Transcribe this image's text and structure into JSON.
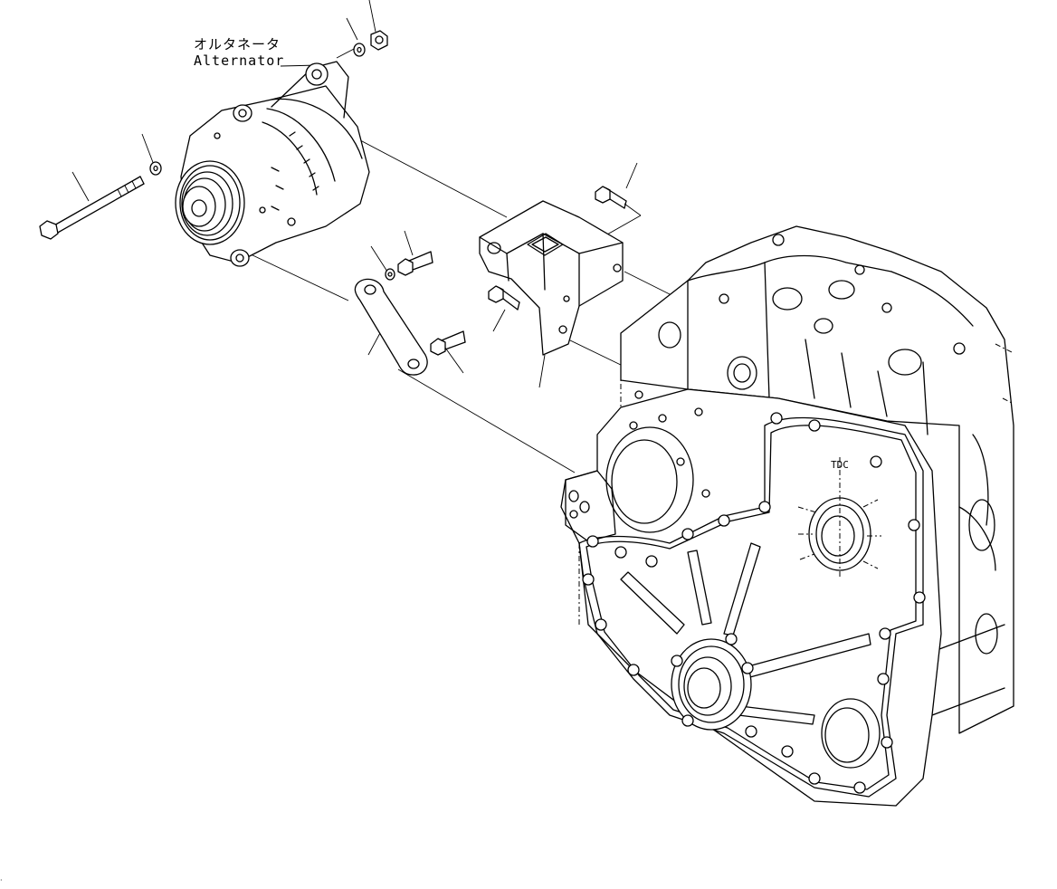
{
  "title_jp": "オルタネータ",
  "title_en": "Alternator",
  "tdc_mark": "TDC",
  "parts": [
    "alternator",
    "long-bolt",
    "washer",
    "nut",
    "alternator-bracket",
    "adjusting-link",
    "flange-bolt",
    "engine-block",
    "front-gear-cover"
  ]
}
